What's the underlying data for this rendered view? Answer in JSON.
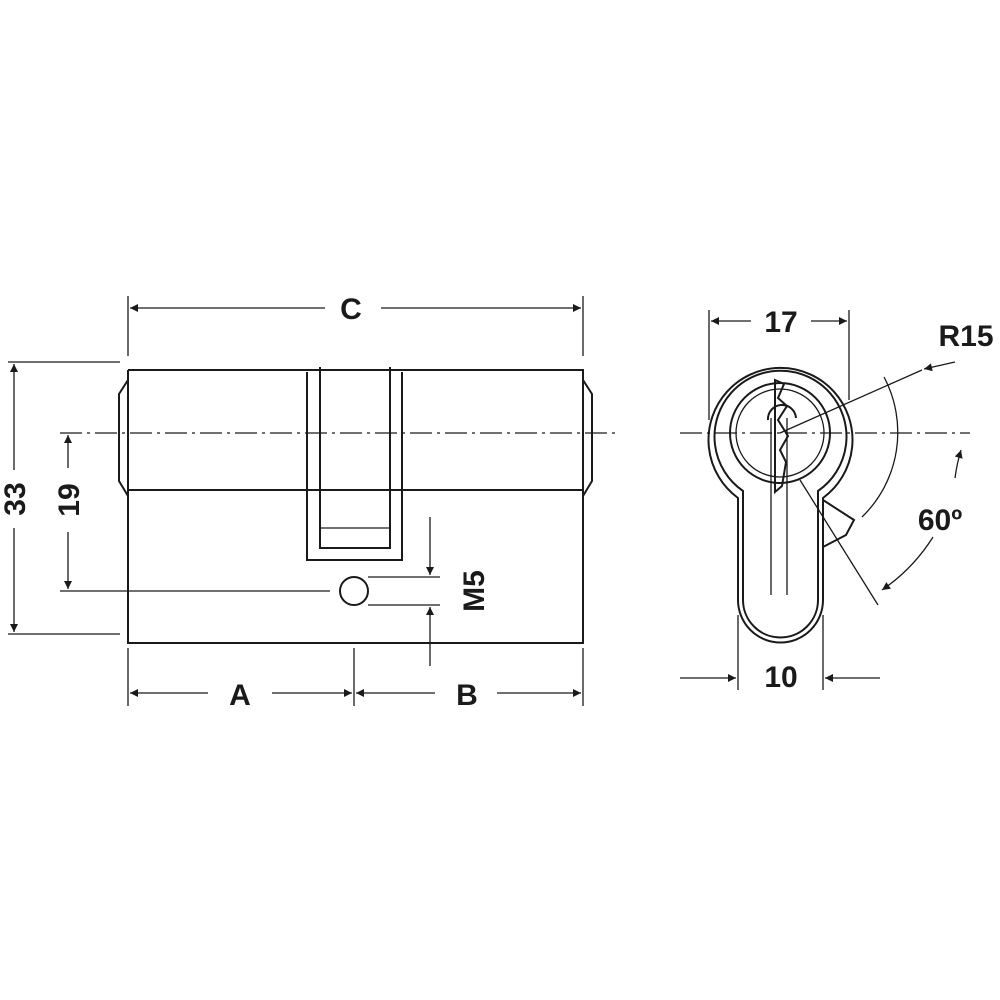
{
  "diagram": {
    "side_view": {
      "dim_overall_length": "C",
      "dim_left_length": "A",
      "dim_right_length": "B",
      "dim_total_height": "33",
      "dim_center_height": "19",
      "dim_screw_thread": "M5"
    },
    "front_view": {
      "dim_width": "17",
      "dim_radius": "R15",
      "dim_cam_angle": "60º",
      "dim_bottom_width": "10"
    }
  }
}
